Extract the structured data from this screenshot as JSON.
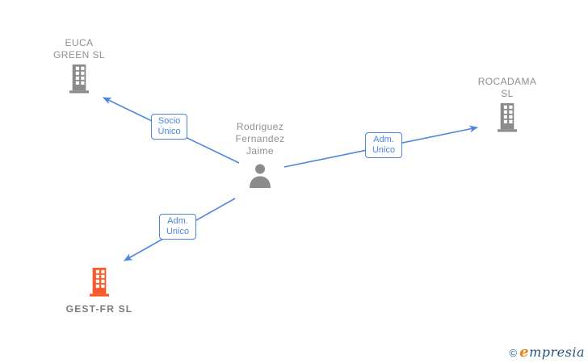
{
  "person": {
    "name_line1": "Rodriguez",
    "name_line2": "Fernandez",
    "name_line3": "Jaime"
  },
  "companies": {
    "euca": {
      "line1": "EUCA",
      "line2": "GREEN SL"
    },
    "rocadama": {
      "line1": "ROCADAMA",
      "line2": "SL"
    },
    "gestfr": {
      "label": "GEST-FR SL"
    }
  },
  "relationships": {
    "socio_unico": {
      "line1": "Socio",
      "line2": "Único"
    },
    "adm_unico_right": {
      "line1": "Adm.",
      "line2": "Unico"
    },
    "adm_unico_left": {
      "line1": "Adm.",
      "line2": "Unico"
    }
  },
  "watermark": {
    "copyright": "©",
    "brand_initial": "e",
    "brand_rest": "mpresia"
  },
  "colors": {
    "edge_blue": "#4c86e0",
    "node_gray": "#8b8b8b",
    "label_gray": "#909090",
    "highlight_orange": "#fa5a2a",
    "brand_dark": "#25527c",
    "brand_orange": "#e8821e"
  }
}
